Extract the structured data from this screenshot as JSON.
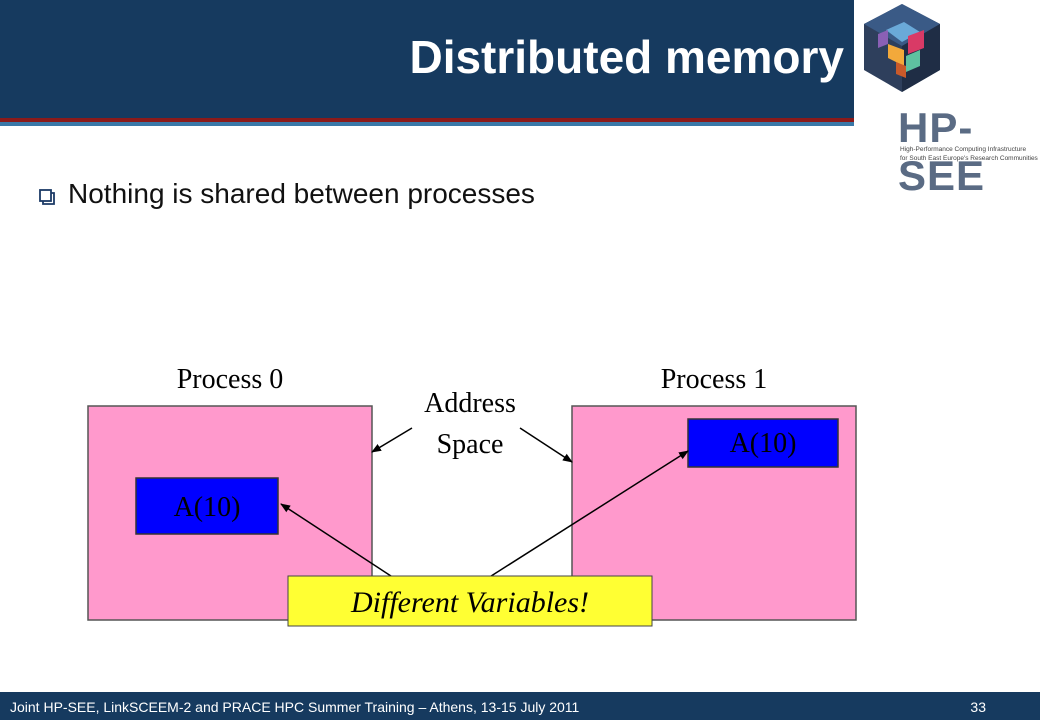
{
  "slide": {
    "title": "Distributed memory",
    "bullet": "Nothing is shared between processes",
    "footer": "Joint HP-SEE, LinkSCEEM-2 and PRACE HPC Summer Training – Athens, 13-15 July 2011",
    "page_number": "33"
  },
  "logo": {
    "name": "HP-SEE",
    "tagline_line1": "High-Performance Computing Infrastructure",
    "tagline_line2": "for South East Europe's Research Communities"
  },
  "diagram": {
    "process0_label": "Process 0",
    "process1_label": "Process 1",
    "address_label_line1": "Address",
    "address_label_line2": "Space",
    "var0_label": "A(10)",
    "var1_label": "A(10)",
    "callout_label": "Different Variables!"
  },
  "colors": {
    "header_bg": "#163a5f",
    "process_fill": "#ff99cc",
    "variable_fill": "#0000ff",
    "callout_fill": "#ffff33"
  }
}
